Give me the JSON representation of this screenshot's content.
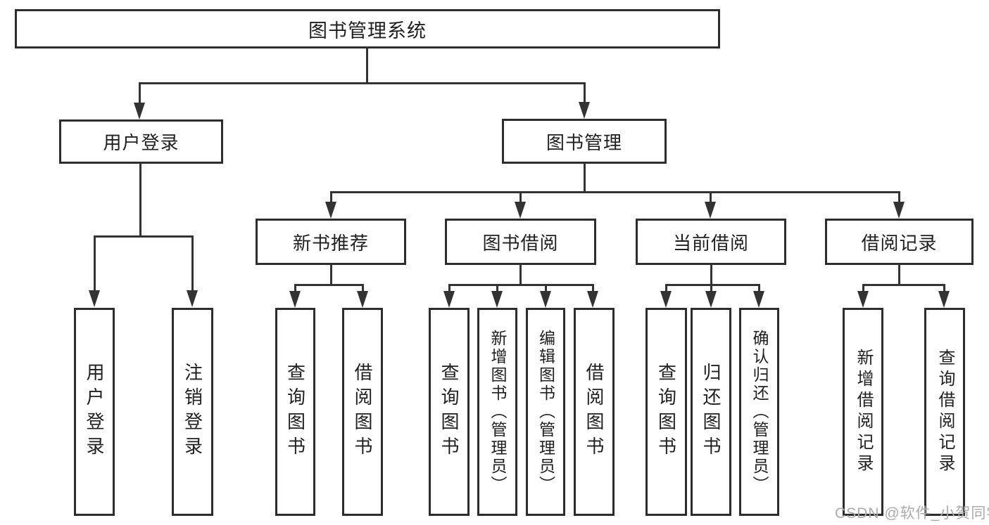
{
  "watermark": {
    "text": "CSDN @软件_小贺同学",
    "color": "#ababab"
  },
  "colors": {
    "line": "#333333",
    "box_border": "#2d2d2d",
    "box_fill": "#ffffff",
    "text": "#1f1f1f",
    "background": "#ffffff"
  },
  "tree": {
    "root": {
      "label": "图书管理系统",
      "children": [
        {
          "label": "用户登录",
          "children": [
            {
              "label": "用户登录"
            },
            {
              "label": "注销登录"
            }
          ]
        },
        {
          "label": "图书管理",
          "children": [
            {
              "label": "新书推荐",
              "children": [
                {
                  "label": "查询图书"
                },
                {
                  "label": "借阅图书"
                }
              ]
            },
            {
              "label": "图书借阅",
              "children": [
                {
                  "label": "查询图书"
                },
                {
                  "label": "新增图书（管理员）"
                },
                {
                  "label": "编辑图书（管理员）"
                },
                {
                  "label": "借阅图书"
                }
              ]
            },
            {
              "label": "当前借阅",
              "children": [
                {
                  "label": "查询图书"
                },
                {
                  "label": "归还图书"
                },
                {
                  "label": "确认归还（管理员）"
                }
              ]
            },
            {
              "label": "借阅记录",
              "children": [
                {
                  "label": "新增借阅记录"
                },
                {
                  "label": "查询借阅记录"
                }
              ]
            }
          ]
        }
      ]
    }
  }
}
